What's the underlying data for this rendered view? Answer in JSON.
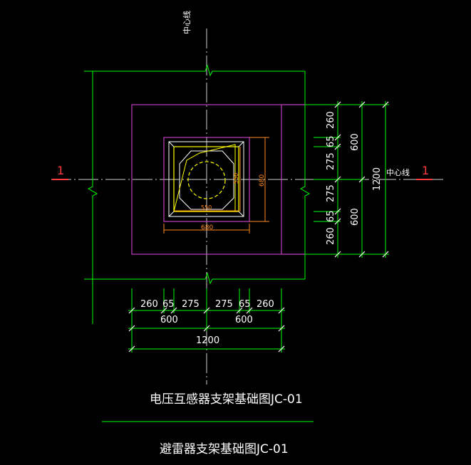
{
  "labels": {
    "center_line_top": "中心线",
    "center_line_right": "中心线",
    "section_left": "1",
    "section_right": "1"
  },
  "bottom_dims": {
    "row1": [
      "260",
      "65",
      "275",
      "275",
      "65",
      "260"
    ],
    "row2": [
      "600",
      "600"
    ],
    "row3": "1200"
  },
  "right_dims": {
    "col1": [
      "260",
      "65",
      "275",
      "275",
      "65",
      "260"
    ],
    "col2": [
      "600",
      "600"
    ],
    "col3": "1200"
  },
  "inner_dims": {
    "width_680": "680",
    "height_680": "680",
    "width_550": "550",
    "height_550": "550"
  },
  "titles": {
    "main": "电压互感器支架基础图JC-01",
    "secondary": "避雷器支架基础图JC-01"
  },
  "colors": {
    "background": "#000000",
    "green": "#00ff00",
    "magenta": "#c040c0",
    "yellow": "#ffff00",
    "orange": "#ff8a1e",
    "white": "#ffffff",
    "red": "#ff3a3a"
  }
}
